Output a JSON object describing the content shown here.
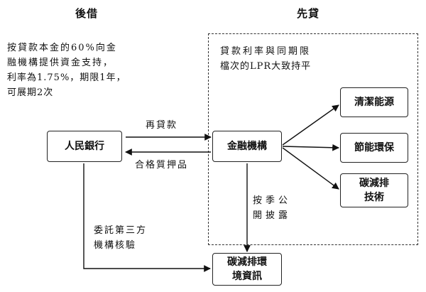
{
  "headers": {
    "left": "後借",
    "right": "先貸"
  },
  "notes": {
    "left_line1": "按貸款本金的60%向金",
    "left_line2": "融機構提供資金支持，",
    "left_line3": "利率為1.75%，期限1年，",
    "left_line4": "可展期2次",
    "right_line1": "貸款利率與同期限",
    "right_line2": "檔次的LPR大致持平"
  },
  "boxes": {
    "pboc": "人民銀行",
    "fin": "金融機構",
    "clean": "清潔能源",
    "saving": "節能環保",
    "carbon_tech": "碳減排\n技術",
    "carbon_info": "碳減排環\n境資訊"
  },
  "edge_labels": {
    "relending": "再貸款",
    "collateral": "合格質押品",
    "disclose_line1": "按季公",
    "disclose_line2": "開披露",
    "verify_line1": "委託第三方",
    "verify_line2": "機構核驗"
  }
}
